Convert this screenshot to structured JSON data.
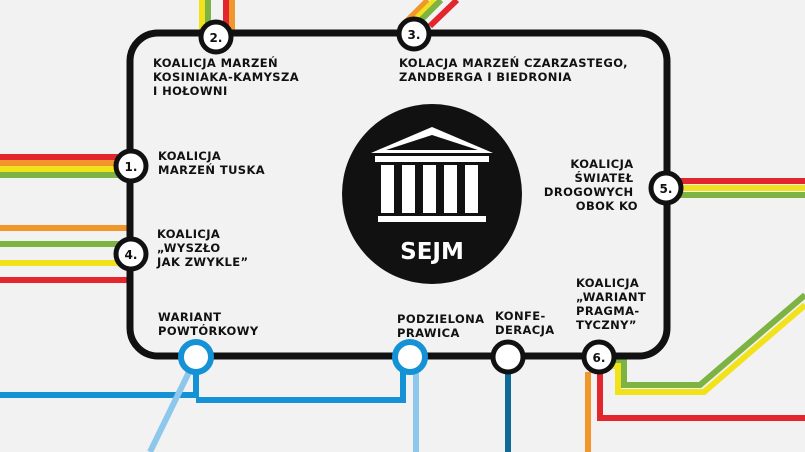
{
  "center": {
    "label": "SEJM"
  },
  "stations": {
    "s1": {
      "number": "1.",
      "lines": [
        "KOALICJA",
        "MARZEŃ TUSKA"
      ]
    },
    "s2": {
      "number": "2.",
      "lines": [
        "KOALICJA MARZEŃ",
        "KOSINIAKA-KAMYSZA",
        "I HOŁOWNI"
      ]
    },
    "s3": {
      "number": "3.",
      "lines": [
        "KOLACJA MARZEŃ CZARZASTEGO,",
        "ZANDBERGA I BIEDRONIA"
      ]
    },
    "s4": {
      "number": "4.",
      "lines": [
        "KOALICJA",
        "„WYSZŁO",
        "JAK ZWYKLE”"
      ]
    },
    "s5": {
      "number": "5.",
      "lines": [
        "KOALICJA",
        "ŚWIATEŁ",
        "DROGOWYCH",
        "OBOK KO"
      ]
    },
    "s6": {
      "number": "6.",
      "lines": [
        "KOALICJA",
        "„WARIANT",
        "PRAGMA-",
        "TYCZNY”"
      ]
    },
    "wariant": {
      "lines": [
        "WARIANT",
        "POWTÓRKOWY"
      ]
    },
    "podzielona": {
      "lines": [
        "PODZIELONA",
        "PRAWICA"
      ]
    },
    "konfederacja": {
      "lines": [
        "KONFE-",
        "DERACJA"
      ]
    }
  },
  "colors": {
    "red": "#e3262e",
    "orange": "#f0962a",
    "yellow": "#f2e21c",
    "green": "#7cb342",
    "blue": "#1591d6",
    "light_blue": "#8dc8ec",
    "dark_blue": "#0f6a96",
    "ring": "#111111",
    "background": "#f2f2f2"
  }
}
